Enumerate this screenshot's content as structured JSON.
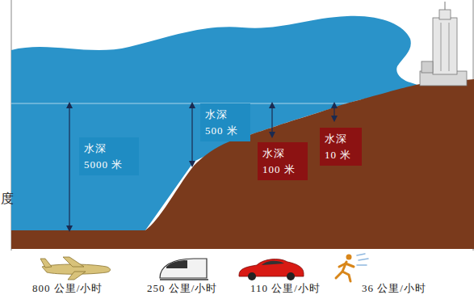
{
  "diagram": {
    "nodes": [
      {
        "text": [
          "水深 5000 米"
        ]
      },
      {
        "text": [
          "水深 500 米"
        ]
      },
      {
        "text": [
          "水深 100 米"
        ]
      },
      {
        "text": [
          "水深 10 米"
        ]
      }
    ],
    "labels": [
      "度",
      "800 公里/小时",
      "250 公里/小时",
      "110 公里/小时",
      "36 公里/小时"
    ]
  }
}
